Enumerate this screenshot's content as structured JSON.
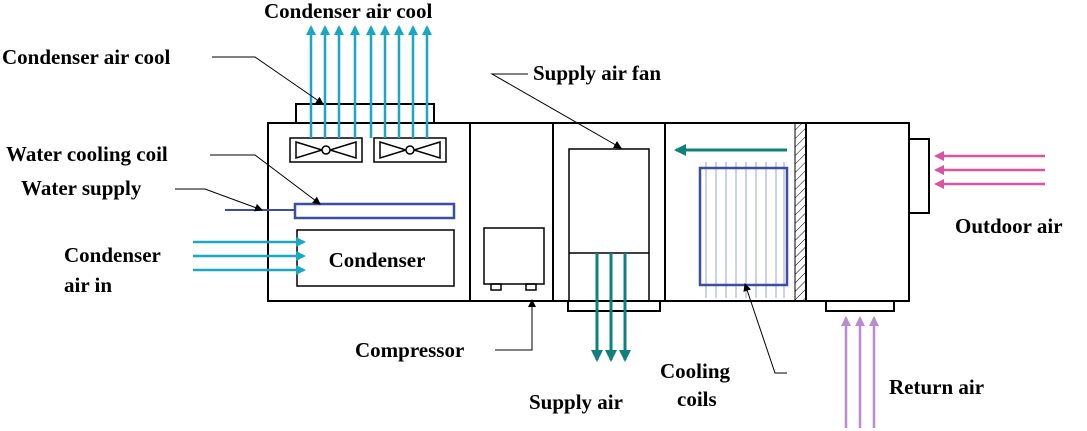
{
  "labels": {
    "condenser_air_cool_top": "Condenser air cool",
    "condenser_air_cool_left": "Condenser air cool",
    "supply_air_fan": "Supply air fan",
    "water_cooling_coil": "Water cooling coil",
    "water_supply": "Water supply",
    "condenser_air_in_line1": "Condenser",
    "condenser_air_in_line2": "air in",
    "condenser": "Condenser",
    "outdoor_air": "Outdoor air",
    "compressor": "Compressor",
    "supply_air": "Supply air",
    "cooling_coils_line1": "Cooling",
    "cooling_coils_line2": "coils",
    "return_air": "Return air"
  },
  "colors": {
    "outline": "#000000",
    "cyan_arrow": "#1aa7c4",
    "teal_arrow": "#11807a",
    "coil_blue": "#3a4fa0",
    "outdoor_pink": "#d9559f",
    "return_violet": "#b98bd1"
  }
}
